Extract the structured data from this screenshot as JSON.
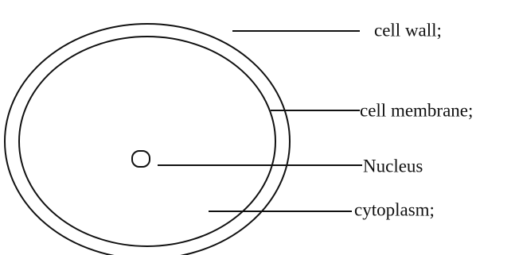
{
  "diagram": {
    "labels": {
      "cell_wall": "cell wall;",
      "cell_membrane": "cell membrane;",
      "nucleus": "Nucleus",
      "cytoplasm": "cytoplasm;"
    },
    "colors": {
      "stroke": "#111111",
      "background": "#ffffff"
    }
  }
}
